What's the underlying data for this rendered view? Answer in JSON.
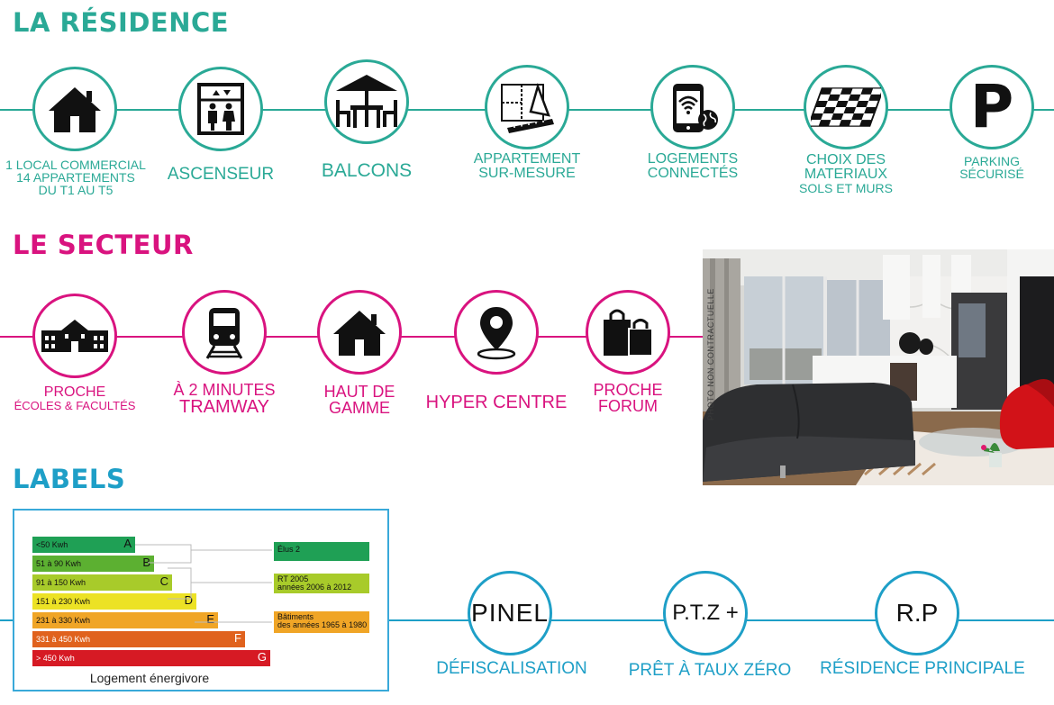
{
  "residence": {
    "title": "LA RÉSIDENCE",
    "items": [
      {
        "icon": "house-icon",
        "lines": [
          "1 LOCAL COMMERCIAL",
          "14 APPARTEMENTS",
          "DU T1 AU T5"
        ]
      },
      {
        "icon": "elevator-icon",
        "lines": [
          "ASCENSEUR"
        ]
      },
      {
        "icon": "balcony-table-icon",
        "lines": [
          "BALCONS"
        ]
      },
      {
        "icon": "floorplan-icon",
        "lines": [
          "APPARTEMENT",
          "SUR-MESURE"
        ]
      },
      {
        "icon": "smartphone-wifi-icon",
        "lines": [
          "LOGEMENTS",
          "CONNECTÉS"
        ]
      },
      {
        "icon": "tiles-icon",
        "lines": [
          "CHOIX DES",
          "MATERIAUX",
          "SOLS ET MURS"
        ]
      },
      {
        "icon": "parking-icon",
        "lines": [
          "PARKING",
          "SÉCURISÉ"
        ],
        "glyph": "P"
      }
    ]
  },
  "secteur": {
    "title": "LE SECTEUR",
    "items": [
      {
        "icon": "school-icon",
        "lines": [
          "PROCHE",
          "ÉCOLES & FACULTÉS"
        ]
      },
      {
        "icon": "tram-icon",
        "lines": [
          "À 2 MINUTES",
          "TRAMWAY"
        ]
      },
      {
        "icon": "house-icon",
        "lines": [
          "HAUT DE",
          "GAMME"
        ]
      },
      {
        "icon": "location-pin-icon",
        "lines": [
          "HYPER CENTRE"
        ]
      },
      {
        "icon": "shopping-bags-icon",
        "lines": [
          "PROCHE",
          "FORUM"
        ]
      }
    ],
    "photo_caption": "PHOTO NON CONTRACTUELLE"
  },
  "labels": {
    "title": "LABELS",
    "energy": {
      "bars": [
        {
          "range": "<50 Kwh",
          "letter": "A",
          "color": "#1fa055"
        },
        {
          "range": "51 à 90 Kwh",
          "letter": "B",
          "color": "#5cb031"
        },
        {
          "range": "91 à 150 Kwh",
          "letter": "C",
          "color": "#a8cb2a"
        },
        {
          "range": "151 à 230 Kwh",
          "letter": "D",
          "color": "#ece225"
        },
        {
          "range": "231 à 330 Kwh",
          "letter": "E",
          "color": "#f0a526"
        },
        {
          "range": "331 à 450 Kwh",
          "letter": "F",
          "color": "#e0621e"
        },
        {
          "range": "> 450 Kwh",
          "letter": "G",
          "color": "#d61a24"
        }
      ],
      "boxes": [
        {
          "lines": [
            "Élus 2"
          ],
          "color": "#1fa055"
        },
        {
          "lines": [
            "RT 2005",
            "années 2006 à 2012"
          ],
          "color": "#a8cb2a"
        },
        {
          "lines": [
            "Bâtiments",
            "des années 1965 à 1980"
          ],
          "color": "#f0a526"
        }
      ],
      "caption": "Logement énergivore"
    },
    "items": [
      {
        "code": "PINEL",
        "label": "DÉFISCALISATION"
      },
      {
        "code": "P.T.Z +",
        "label": "PRÊT À TAUX ZÉRO"
      },
      {
        "code": "R.P",
        "label": "RÉSIDENCE PRINCIPALE"
      }
    ]
  },
  "colors": {
    "teal": "#2aa996",
    "pink": "#d9137f",
    "blue": "#1e9fc7"
  }
}
